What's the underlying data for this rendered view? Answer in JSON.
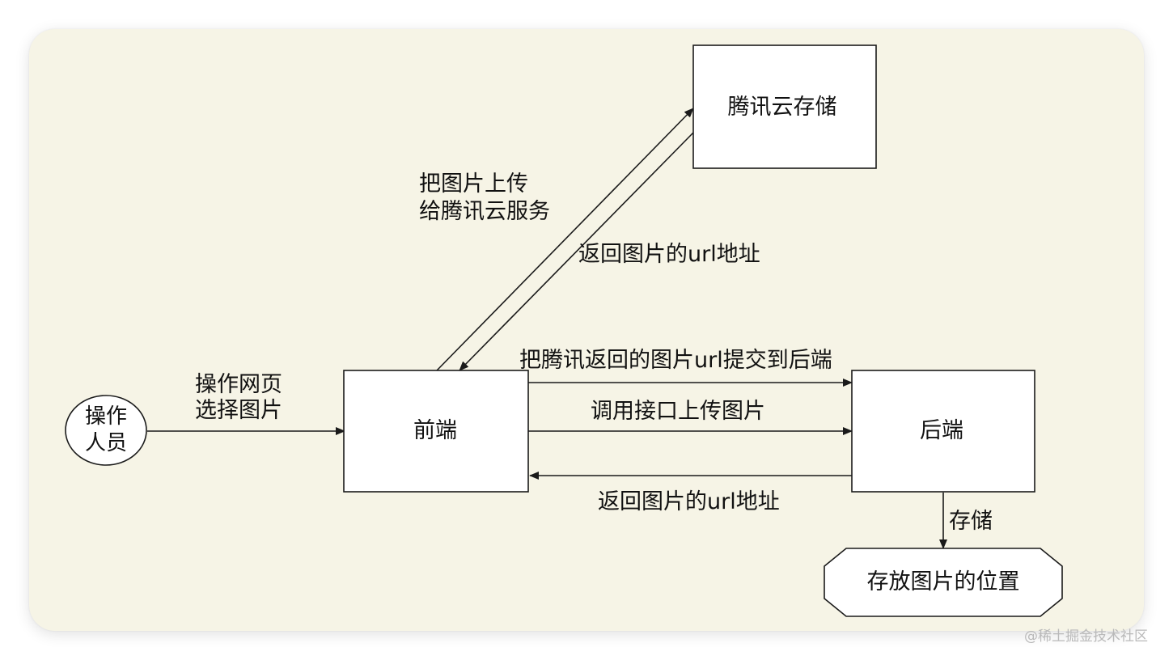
{
  "nodes": {
    "actor": {
      "lines": [
        "操作",
        "人员"
      ]
    },
    "frontend": {
      "label": "前端"
    },
    "backend": {
      "label": "后端"
    },
    "cloud": {
      "label": "腾讯云存储"
    },
    "storage": {
      "label": "存放图片的位置"
    }
  },
  "edges": {
    "actor_to_frontend": {
      "lines": [
        "操作网页",
        "选择图片"
      ]
    },
    "frontend_to_cloud": {
      "lines": [
        "把图片上传",
        "给腾讯云服务"
      ]
    },
    "cloud_to_frontend": {
      "label": "返回图片的url地址"
    },
    "frontend_submit_url": {
      "label": "把腾讯返回的图片url提交到后端"
    },
    "frontend_call_api": {
      "label": "调用接口上传图片"
    },
    "backend_return_url": {
      "label": "返回图片的url地址"
    },
    "backend_to_storage": {
      "label": "存储"
    }
  },
  "watermark": "@稀土掘金技术社区"
}
